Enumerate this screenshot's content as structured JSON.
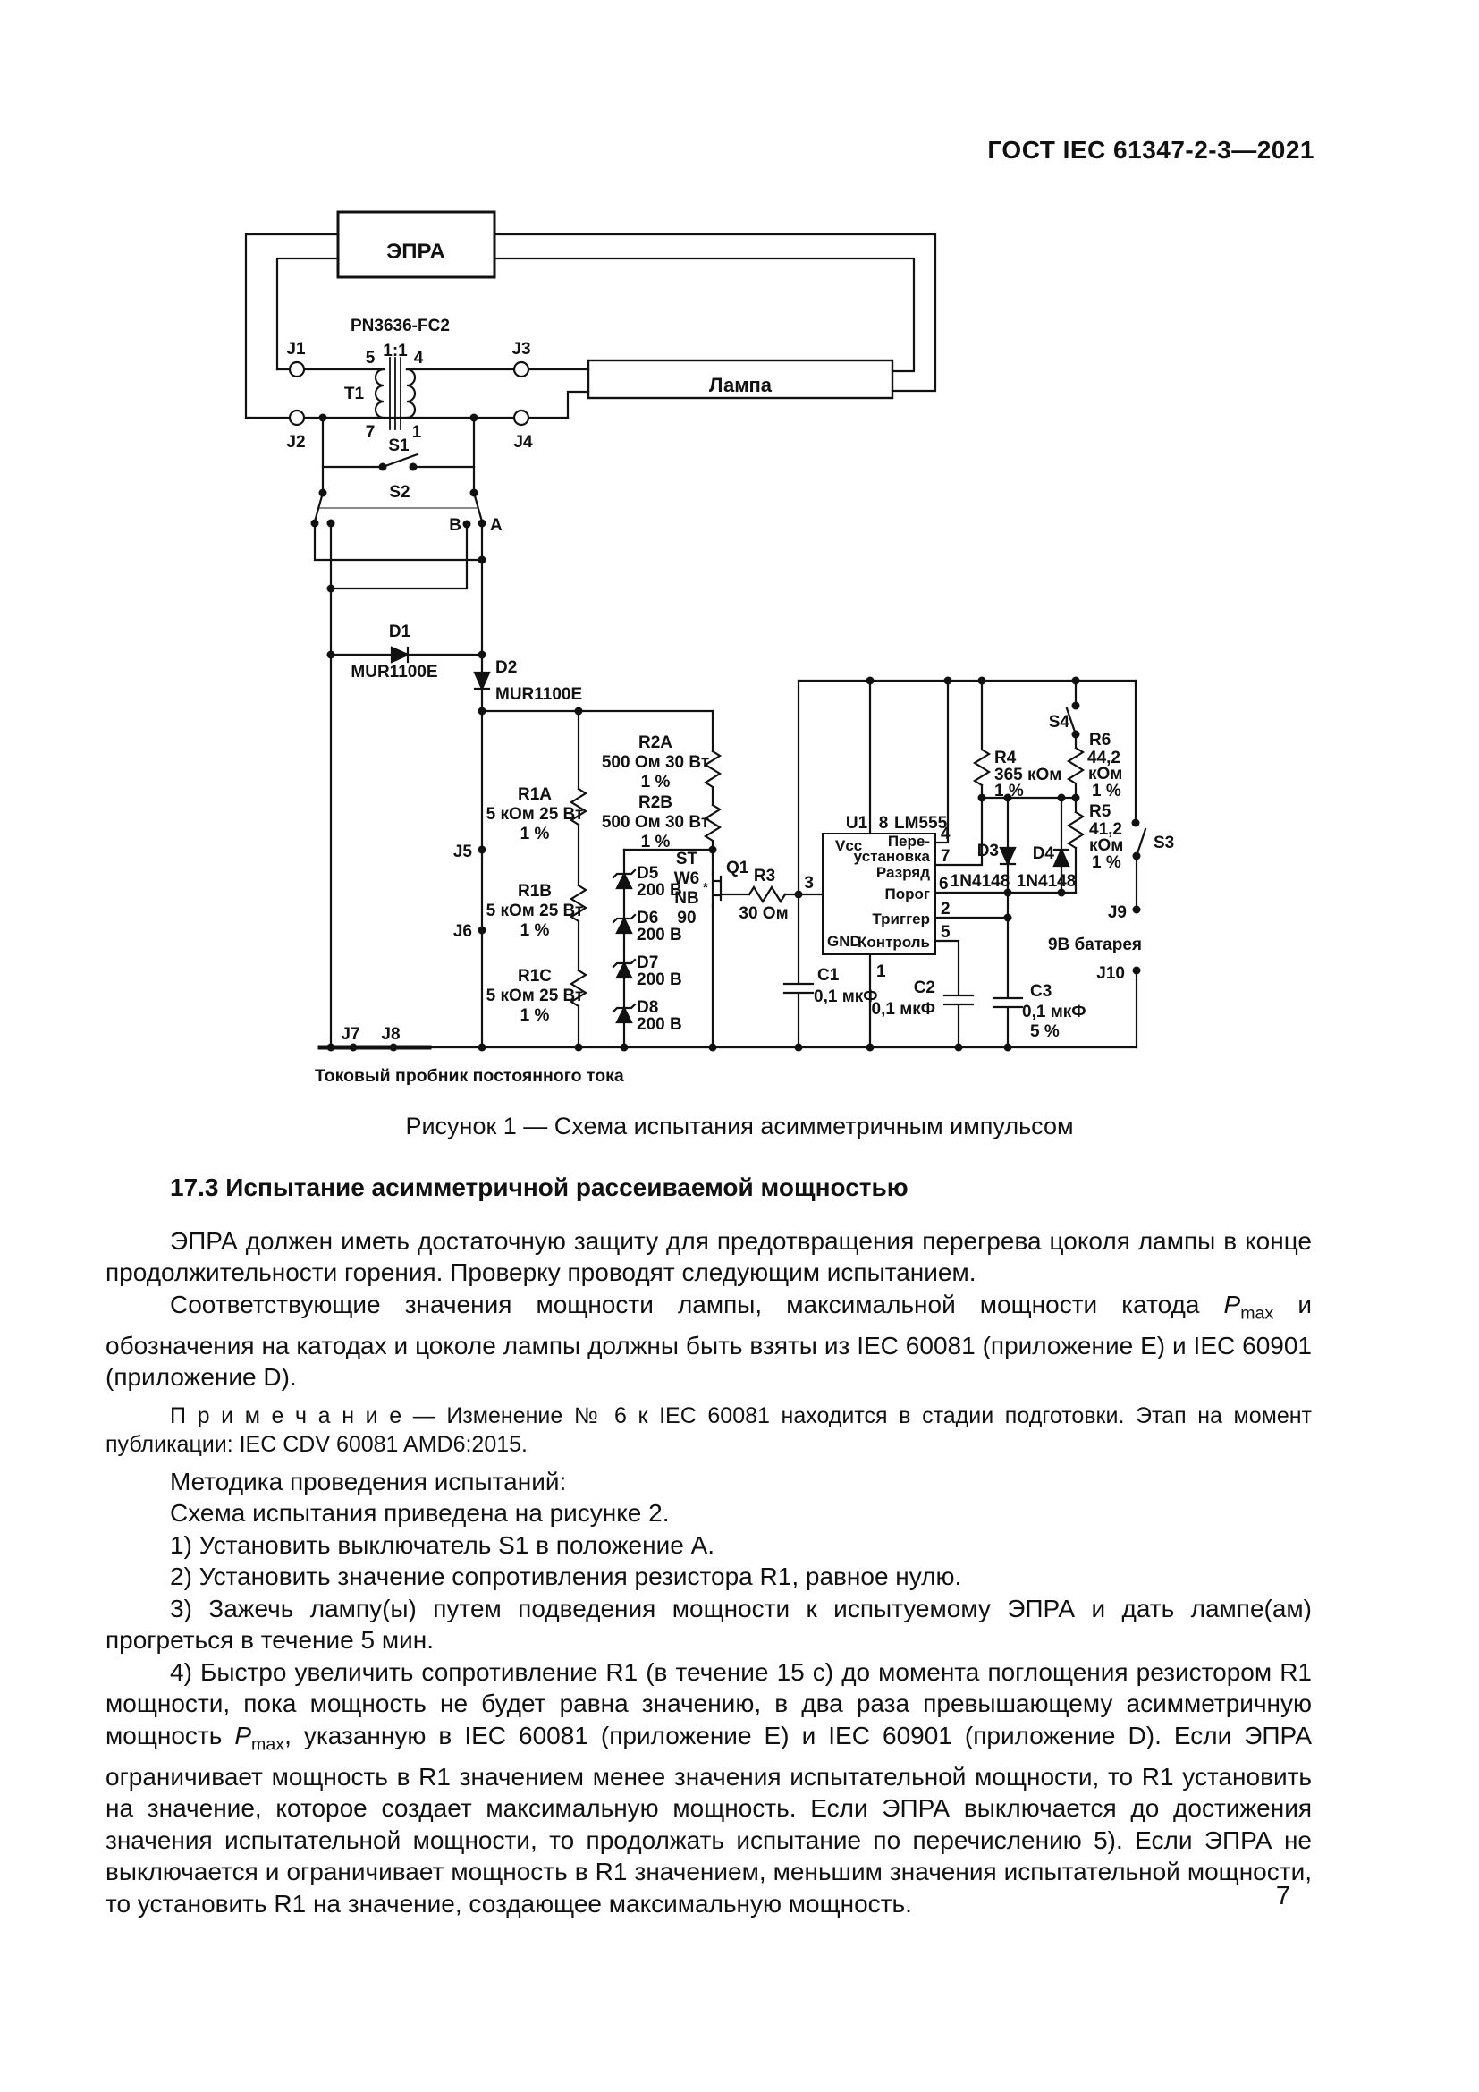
{
  "header": {
    "title": "ГОСТ IEC 61347-2-3—2021"
  },
  "figure": {
    "caption": "Рисунок 1 — Схема испытания асимметричным импульсом",
    "labels": {
      "epra": "ЭПРА",
      "lamp": "Лампа",
      "pn": "PN3636-FC2",
      "t1": "T1",
      "ratio": "1:1",
      "p5": "5",
      "p4": "4",
      "p7": "7",
      "p1": "1",
      "j1": "J1",
      "j2": "J2",
      "j3": "J3",
      "j4": "J4",
      "j5": "J5",
      "j6": "J6",
      "j7": "J7",
      "j8": "J8",
      "j9": "J9",
      "j10": "J10",
      "s1": "S1",
      "s2": "S2",
      "s3": "S3",
      "s4": "S4",
      "a": "A",
      "b": "B",
      "d1": "D1",
      "d1p": "MUR1100E",
      "d2": "D2",
      "d2p": "MUR1100E",
      "r1a": [
        "R1A",
        "5 кОм 25 Вт",
        "1 %"
      ],
      "r1b": [
        "R1B",
        "5 кОм 25 Вт",
        "1 %"
      ],
      "r1c": [
        "R1C",
        "5 кОм 25 Вт",
        "1 %"
      ],
      "r2a": [
        "R2A",
        "500 Ом 30 Вт",
        "1 %"
      ],
      "r2b": [
        "R2B",
        "500 Ом 30 Вт",
        "1 %"
      ],
      "d5": [
        "D5",
        "200 В"
      ],
      "d6": [
        "D6",
        "200 В"
      ],
      "d7": [
        "D7",
        "200 В"
      ],
      "d8": [
        "D8",
        "200 В"
      ],
      "q1": "Q1",
      "q1p": [
        "ST",
        "W6",
        "NB",
        "90"
      ],
      "star": "*",
      "r3": [
        "R3",
        "30 Ом"
      ],
      "u1": "U1",
      "pin8": "8",
      "ic": "LM555",
      "vcc": "Vcc",
      "gnd": "GND",
      "reset": [
        "Пере-",
        "установка"
      ],
      "discharge": "Разряд",
      "threshold": "Порог",
      "trigger": "Триггер",
      "control": "Контроль",
      "n3": "3",
      "n4": "4",
      "n7": "7",
      "n6": "6",
      "n2": "2",
      "n5": "5",
      "n1": "1",
      "c1": [
        "C1",
        "0,1 мкФ"
      ],
      "c2": [
        "C2",
        "0,1 мкФ"
      ],
      "c3": [
        "C3",
        "0,1 мкФ",
        "5 %"
      ],
      "r4": [
        "R4",
        "365 кОм",
        "1 %"
      ],
      "r5": [
        "R5",
        "41,2",
        "кОм",
        "1 %"
      ],
      "r6": [
        "R6",
        "44,2",
        "кОм",
        "1 %"
      ],
      "d3": [
        "D3",
        "1N4148"
      ],
      "d4": [
        "D4",
        "1N4148"
      ],
      "battery": "9В батарея",
      "probe": "Токовый пробник постоянного тока"
    }
  },
  "section": {
    "heading": "17.3 Испытание асимметричной рассеиваемой мощностью"
  },
  "body": {
    "p1": "ЭПРА должен иметь достаточную защиту для предотвращения перегрева цоколя лампы в конце продолжительности горения. Проверку проводят следующим испытанием.",
    "p2": {
      "pre": "Соответствующие значения мощности лампы, максимальной мощности катода ",
      "var": "P",
      "sub": "max",
      "post": " и обозначения на катодах и цоколе лампы должны быть взяты из IEC 60081 (приложение E) и IEC 60901 (приложение D)."
    },
    "note": "П р и м е ч а н и е — Изменение № 6 к IEC 60081 находится в стадии подготовки. Этап на момент публикации: IEC CDV 60081 AMD6:2015.",
    "m1": "Методика проведения испытаний:",
    "m2": "Схема испытания приведена на рисунке 2.",
    "i1": "1) Установить выключатель S1 в положение А.",
    "i2": "2) Установить значение сопротивления резистора R1, равное нулю.",
    "i3": "3) Зажечь лампу(ы) путем подведения мощности к испытуемому ЭПРА и дать лампе(ам) прогреться в течение 5 мин.",
    "p4": {
      "pre": "4) Быстро увеличить сопротивление R1 (в течение 15 с) до момента поглощения резистором R1 мощности, пока мощность не будет равна значению, в два раза превышающему асимметричную мощность ",
      "var": "P",
      "sub": "max",
      "post": ", указанную в IEC 60081 (приложение E) и IEC 60901 (приложение D). Если ЭПРА ограничивает мощность в R1 значением менее значения испытательной мощности, то R1 установить на значение, которое создает максимальную мощность. Если ЭПРА выключается до достижения значения испытательной мощности, то продолжать испытание по перечислению 5). Если ЭПРА не выключается и ограничивает мощность в R1 значением, меньшим значения испытательной мощности, то установить R1 на значение, создающее максимальную мощность."
    }
  },
  "page_number": "7"
}
